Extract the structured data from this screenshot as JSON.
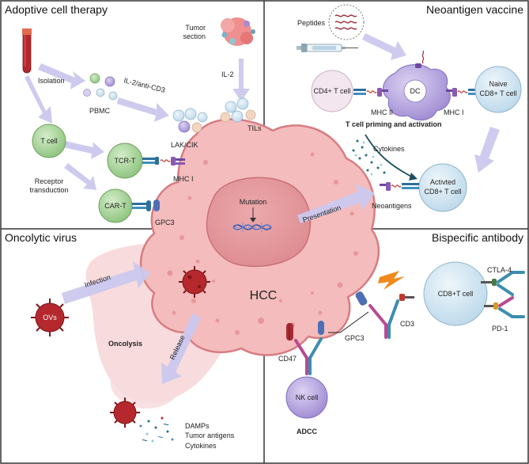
{
  "panels": {
    "adoptive": "Adoptive cell therapy",
    "neoantigen": "Neoantigen vaccine",
    "oncolytic": "Oncolytic virus",
    "bispecific": "Bispecific antibody"
  },
  "adoptive": {
    "isolation": "Isolation",
    "il2_anticd3": "IL-2/anti-CD3",
    "pbmc": "PBMC",
    "tumor_section_1": "Tumor",
    "tumor_section_2": "section",
    "il2": "IL-2",
    "tils": "TILs",
    "lak_cik": "LAK/CIK",
    "t_cell": "T cell",
    "tcr_t": "TCR-T",
    "mhc_i": "MHC I",
    "receptor_1": "Receptor",
    "receptor_2": "transduction",
    "car_t": "CAR-T",
    "gpc3": "GPC3"
  },
  "neoantigen": {
    "peptides": "Peptides",
    "cd4": "CD4+ T cell",
    "dc": "DC",
    "naive_1": "Naive",
    "naive_2": "CD8+ T cell",
    "mhc_ii": "MHC II",
    "mhc_i": "MHC I",
    "priming": "T cell priming and activation",
    "cytokines": "Cytokines",
    "activated_1": "Activted",
    "activated_2": "CD8+ T cell",
    "neoantigens": "Neoantigens"
  },
  "center": {
    "mutation": "Mutation",
    "presentation": "Presentation",
    "hcc": "HCC"
  },
  "oncolytic": {
    "infection": "Infection",
    "ovs": "OVs",
    "oncolysis": "Oncolysis",
    "release": "Release",
    "damps": "DAMPs",
    "tumor_antigens": "Tumor antigens",
    "cytokines": "Cytokines"
  },
  "bispecific": {
    "ctla4": "CTLA-4",
    "cd8": "CD8+T cell",
    "cd3": "CD3",
    "pd1": "PD-1",
    "gpc3": "GPC3",
    "cd47": "CD47",
    "nk": "NK cell",
    "adcc": "ADCC"
  },
  "colors": {
    "tumor": "#f2b8b8",
    "tumor_edge": "#d9777c",
    "nucleus": "#e59a9e",
    "arrow": "#c9c6ec",
    "green_cell": "#a9d79a",
    "blue_cell": "#d6e8f3",
    "purple_cell": "#b6a6dd",
    "virus": "#b5282d"
  }
}
